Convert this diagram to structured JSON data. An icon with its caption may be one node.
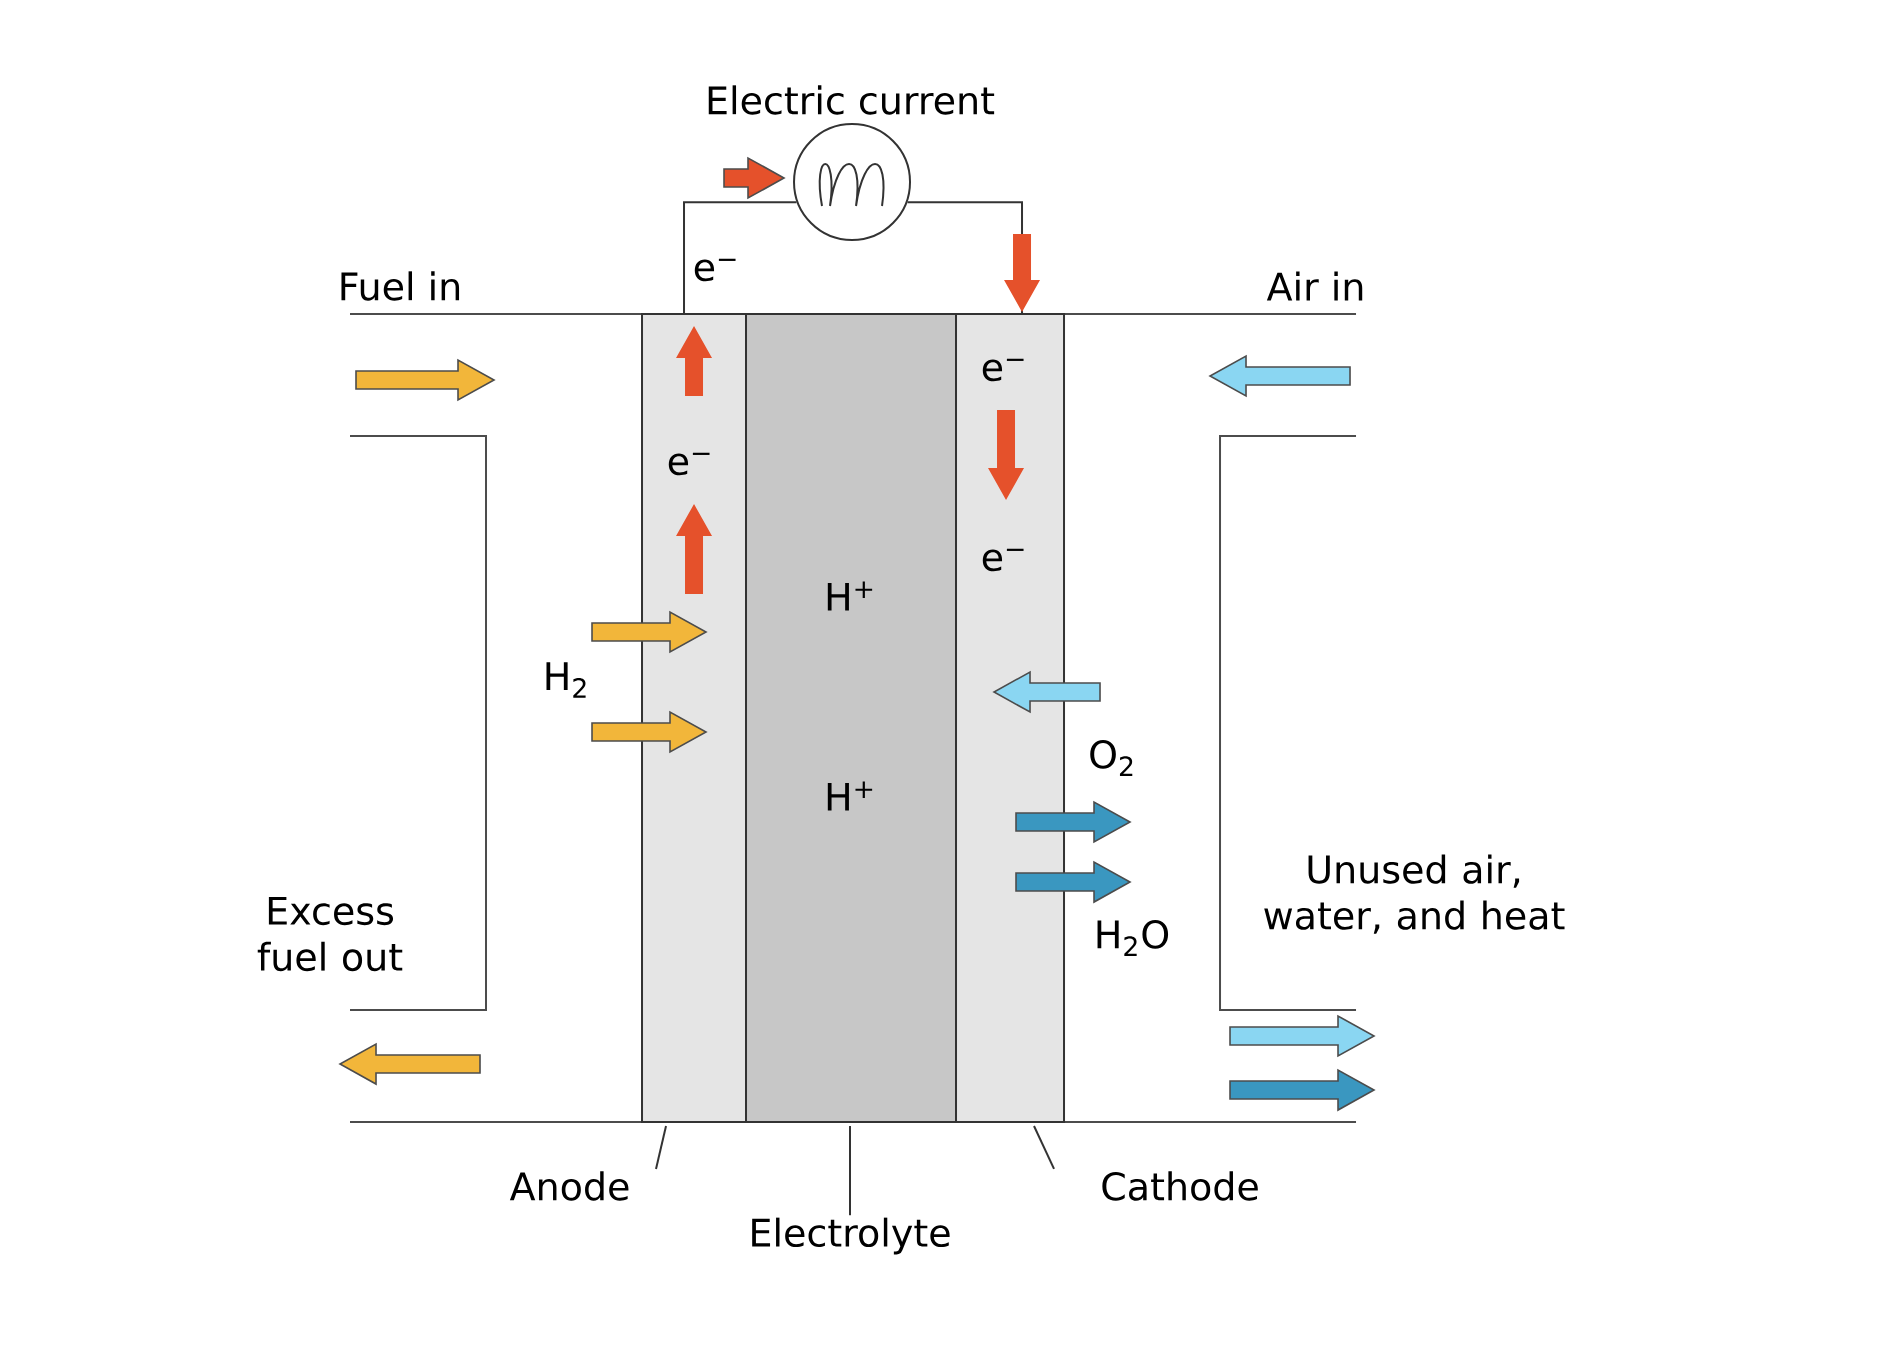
{
  "diagram": {
    "nodes": [
      {
        "text": [
          "e$^{−}$"
        ]
      },
      {
        "text": [
          "H$^{+}$",
          "H$^{+}$"
        ]
      },
      {
        "text": [
          "e$^{−}$",
          "e$^{−}$"
        ]
      },
      {
        "text": [
          "Anode"
        ]
      },
      {
        "text": [
          "Electrolyte"
        ]
      },
      {
        "text": [
          "Cathode"
        ]
      },
      {
        "text": [],
        "shape": "circle"
      }
    ],
    "edges": [
      {
        "from": 0,
        "to": 6,
        "arrow": "none"
      },
      {
        "from": 6,
        "to": 2,
        "arrow": "none"
      },
      {
        "from": 3,
        "to": 0,
        "arrow": "none"
      },
      {
        "from": 4,
        "to": 1,
        "arrow": "none"
      },
      {
        "from": 5,
        "to": 2,
        "arrow": "none"
      }
    ],
    "labels": [
      "Electric current",
      "Fuel in",
      "e$^{−}$",
      "Air in",
      "H$_{2}$",
      "O$_{2}$",
      "Excess fuel out",
      "Unused air, water, and heat",
      "H$_{2}$O"
    ]
  }
}
